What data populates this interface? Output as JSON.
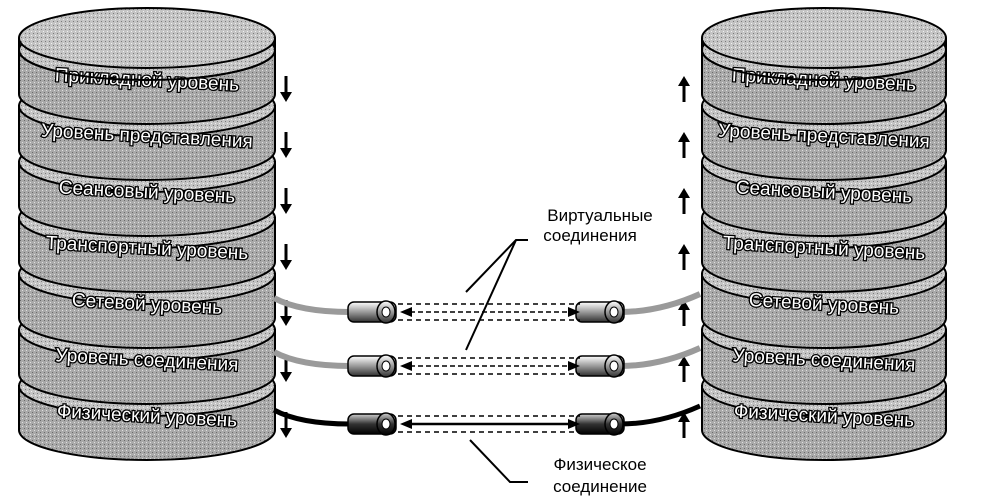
{
  "layers_left": [
    "Прикладной уровень",
    "Уровень представления",
    "Сеансовый уровень",
    "Транспортный уровень",
    "Сетевой уровень",
    "Уровень соединения",
    "Физический уровень"
  ],
  "layers_right": [
    "Прикладной уровень",
    "Уровень представления",
    "Сеансовый уровень",
    "Транспортный уровень",
    "Сетевой уровень",
    "Уровень соединения",
    "Физический уровень"
  ],
  "labels": {
    "virtual_line1": "Виртуальные",
    "virtual_line2": "соединения",
    "physical_line1": "Физическое",
    "physical_line2": "соединение"
  },
  "icons": {
    "down_arrow": "down-arrow-icon",
    "up_arrow": "up-arrow-icon",
    "plug": "cable-connector-icon"
  },
  "colors": {
    "disk_fill": "#9a9a9a",
    "disk_top": "#b8b8b8",
    "outline": "#000000",
    "text_fill": "#ffffff"
  }
}
